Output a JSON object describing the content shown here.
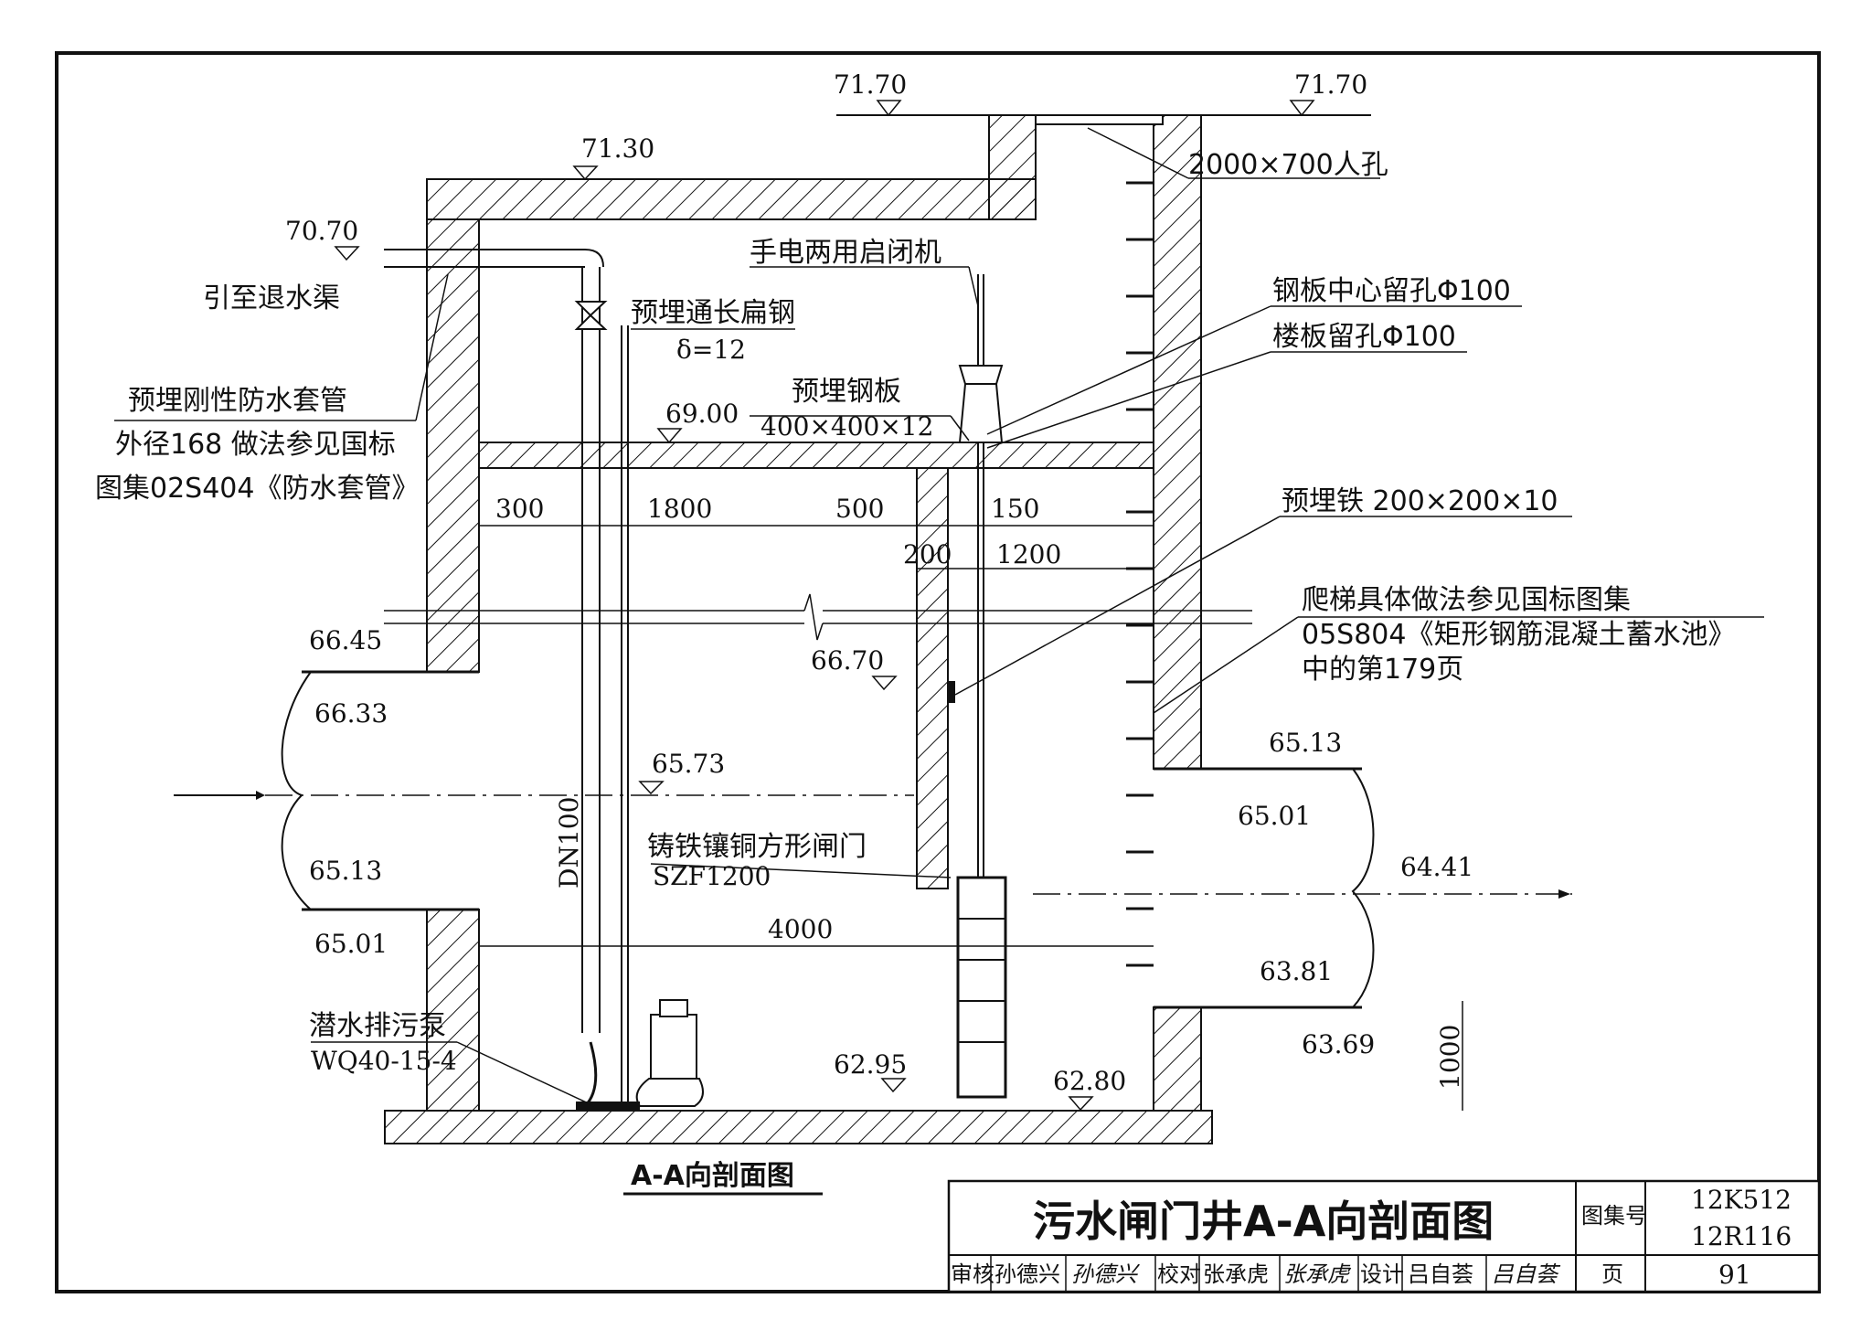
{
  "elevations": {
    "ground_left": "71.70",
    "ground_right": "71.70",
    "roof": "71.30",
    "outfall_pipe": "70.70",
    "slab": "69.00",
    "inlet_top": "66.45",
    "inlet_upper": "66.33",
    "gate_plate": "66.70",
    "pipe_level": "65.73",
    "inlet_lower": "65.13",
    "inlet_bottom": "65.01",
    "outlet_top": "65.13",
    "outlet_upper": "65.01",
    "outlet_center": "64.41",
    "outlet_lower": "63.81",
    "outlet_bottom": "63.69",
    "floor_left": "62.95",
    "floor_right": "62.80"
  },
  "dimensions": {
    "d300": "300",
    "d1800": "1800",
    "d500": "500",
    "d150": "150",
    "d200": "200",
    "d1200": "1200",
    "d4000": "4000",
    "d1000": "1000",
    "dn100": "DN100"
  },
  "labels": {
    "manhole": "2000×700人孔",
    "hoist": "手电两用启闭机",
    "plate_hole": "钢板中心留孔Φ100",
    "slab_hole": "楼板留孔Φ100",
    "to_channel": "引至退水渠",
    "flat_steel": "预埋通长扁钢",
    "flat_steel_thk": "δ=12",
    "steel_plate": "预埋钢板",
    "steel_plate_size": "400×400×12",
    "sleeve_1": "预埋刚性防水套管",
    "sleeve_2": "外径168 做法参见国标",
    "sleeve_3": "图集02S404《防水套管》",
    "embedded_iron": "预埋铁 200×200×10",
    "ladder_1": "爬梯具体做法参见国标图集",
    "ladder_2": "05S804《矩形钢筋混凝土蓄水池》",
    "ladder_3": "中的第179页",
    "gate_1": "铸铁镶铜方形闸门",
    "gate_2": "SZF1200",
    "pump_1": "潜水排污泵",
    "pump_2": "WQ40-15-4",
    "section_caption": "A-A向剖面图"
  },
  "title_block": {
    "title": "污水闸门井A-A向剖面图",
    "atlas_label": "图集号",
    "atlas_no_1": "12K512",
    "atlas_no_2": "12R116",
    "review_label": "审核",
    "reviewer": "孙德兴",
    "reviewer_sign": "孙德兴",
    "check_label": "校对",
    "checker": "张承虎",
    "checker_sign": "张承虎",
    "design_label": "设计",
    "designer": "吕自荟",
    "designer_sign": "吕自荟",
    "page_label": "页",
    "page_no": "91"
  }
}
